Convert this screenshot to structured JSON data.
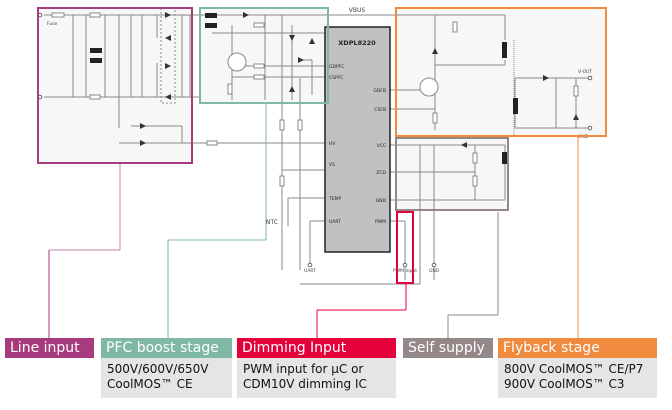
{
  "diagram": {
    "ic_name": "XDPL8220",
    "net_vbus": "VBUS",
    "fuse_label": "Fuse",
    "ntc_label": "NTC",
    "vout_label": "V-OUT",
    "gnd_out_label": "GND",
    "pins_left": [
      "GDPFC",
      "CSPFC",
      "HV",
      "VS",
      "TEMP",
      "UART"
    ],
    "pins_right": [
      "GDFB",
      "CSFB",
      "VCC",
      "ZCD",
      "GND",
      "PWM"
    ],
    "terminals": [
      "UART",
      "PWM input",
      "GND"
    ]
  },
  "stages": [
    {
      "id": "line",
      "label": "Line input",
      "color": "#a83a7e",
      "description": ""
    },
    {
      "id": "pfc",
      "label": "PFC boost stage",
      "color": "#7fb8a4",
      "description": "500V/600V/650V\nCoolMOS™ CE"
    },
    {
      "id": "dim",
      "label": "Dimming Input",
      "color": "#e4003a",
      "description": "PWM input for µC or\nCDM10V dimming IC"
    },
    {
      "id": "self",
      "label": "Self supply",
      "color": "#948787",
      "description": ""
    },
    {
      "id": "fly",
      "label": "Flyback stage",
      "color": "#ef8a3e",
      "description": "800V CoolMOS™ CE/P7\n900V CoolMOS™ C3"
    }
  ]
}
